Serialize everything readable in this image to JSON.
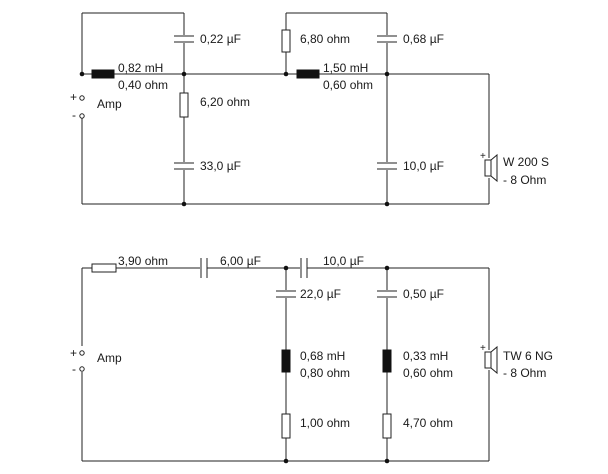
{
  "circuit_woofer": {
    "components": {
      "c_022": "0,22 µF",
      "l_082": "0,82 mH",
      "l_082_r": "0,40 ohm",
      "r_620": "6,20 ohm",
      "c_330": "33,0 µF",
      "r_680": "6,80 ohm",
      "c_068": "0,68 µF",
      "l_150": "1,50 mH",
      "l_150_r": "0,60 ohm",
      "c_100": "10,0 µF"
    },
    "amp_label": "Amp",
    "amp_plus": "+",
    "amp_minus": "-",
    "speaker_label": "W 200 S",
    "speaker_impedance": "- 8 Ohm",
    "speaker_plus": "+"
  },
  "circuit_tweeter": {
    "components": {
      "r_390": "3,90 ohm",
      "c_600": "6,00 µF",
      "c_100": "10,0 µF",
      "c_220": "22,0 µF",
      "c_050": "0,50 µF",
      "l_068": "0,68 mH",
      "l_068_r": "0,80 ohm",
      "l_033": "0,33 mH",
      "l_033_r": "0,60 ohm",
      "r_100": "1,00 ohm",
      "r_470": "4,70 ohm"
    },
    "amp_label": "Amp",
    "amp_plus": "+",
    "amp_minus": "-",
    "speaker_label": "TW 6 NG",
    "speaker_impedance": "- 8 Ohm",
    "speaker_plus": "+"
  }
}
